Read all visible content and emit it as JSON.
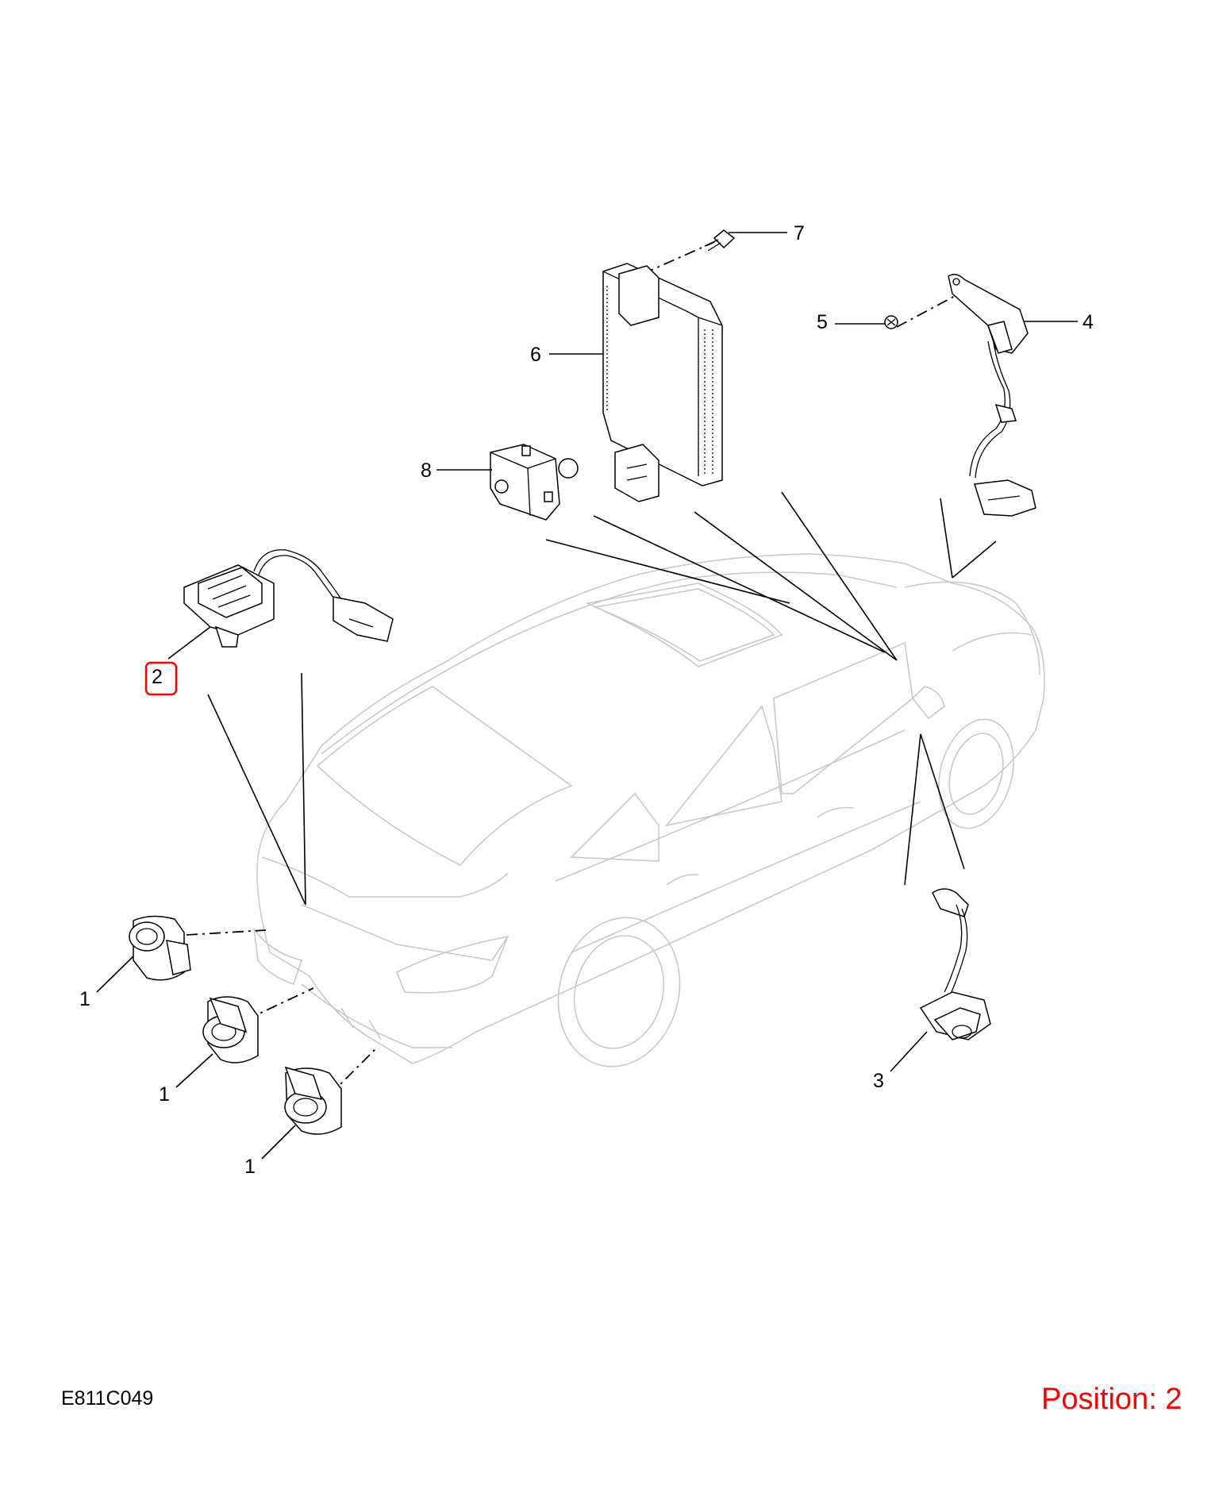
{
  "diagram_code": "E811C049",
  "position_label": "Position: 2",
  "highlight_color": "#ff0000",
  "car_outline_color": "#c8c8c8",
  "callouts": [
    {
      "id": "c1a",
      "text": "1"
    },
    {
      "id": "c1b",
      "text": "1"
    },
    {
      "id": "c1c",
      "text": "1"
    },
    {
      "id": "c2",
      "text": "2",
      "highlighted": true
    },
    {
      "id": "c3",
      "text": "3"
    },
    {
      "id": "c4",
      "text": "4"
    },
    {
      "id": "c5",
      "text": "5"
    },
    {
      "id": "c6",
      "text": "6"
    },
    {
      "id": "c7",
      "text": "7"
    },
    {
      "id": "c8",
      "text": "8"
    }
  ]
}
